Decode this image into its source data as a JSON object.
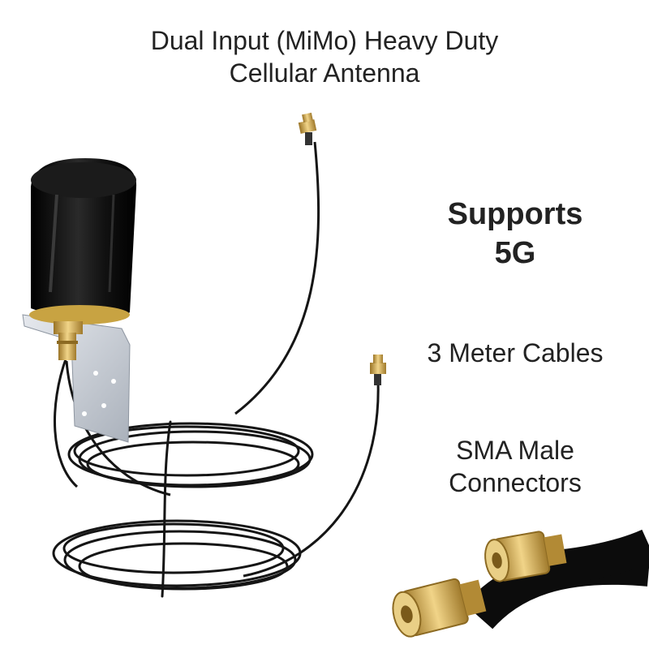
{
  "title": {
    "line1": "Dual Input (MiMo) Heavy Duty",
    "line2": "Cellular Antenna"
  },
  "features": {
    "supports_line1": "Supports",
    "supports_line2": "5G",
    "cables": "3 Meter Cables",
    "sma_line1": "SMA Male",
    "sma_line2": "Connectors"
  },
  "icons": [
    "antenna-photo",
    "cable-coil",
    "sma-connector-closeup"
  ],
  "colors": {
    "background": "#ffffff",
    "antenna_body": "#111111",
    "bracket": "#c9ced6",
    "connector_gold": "#d4a94a",
    "cable": "#151515"
  }
}
